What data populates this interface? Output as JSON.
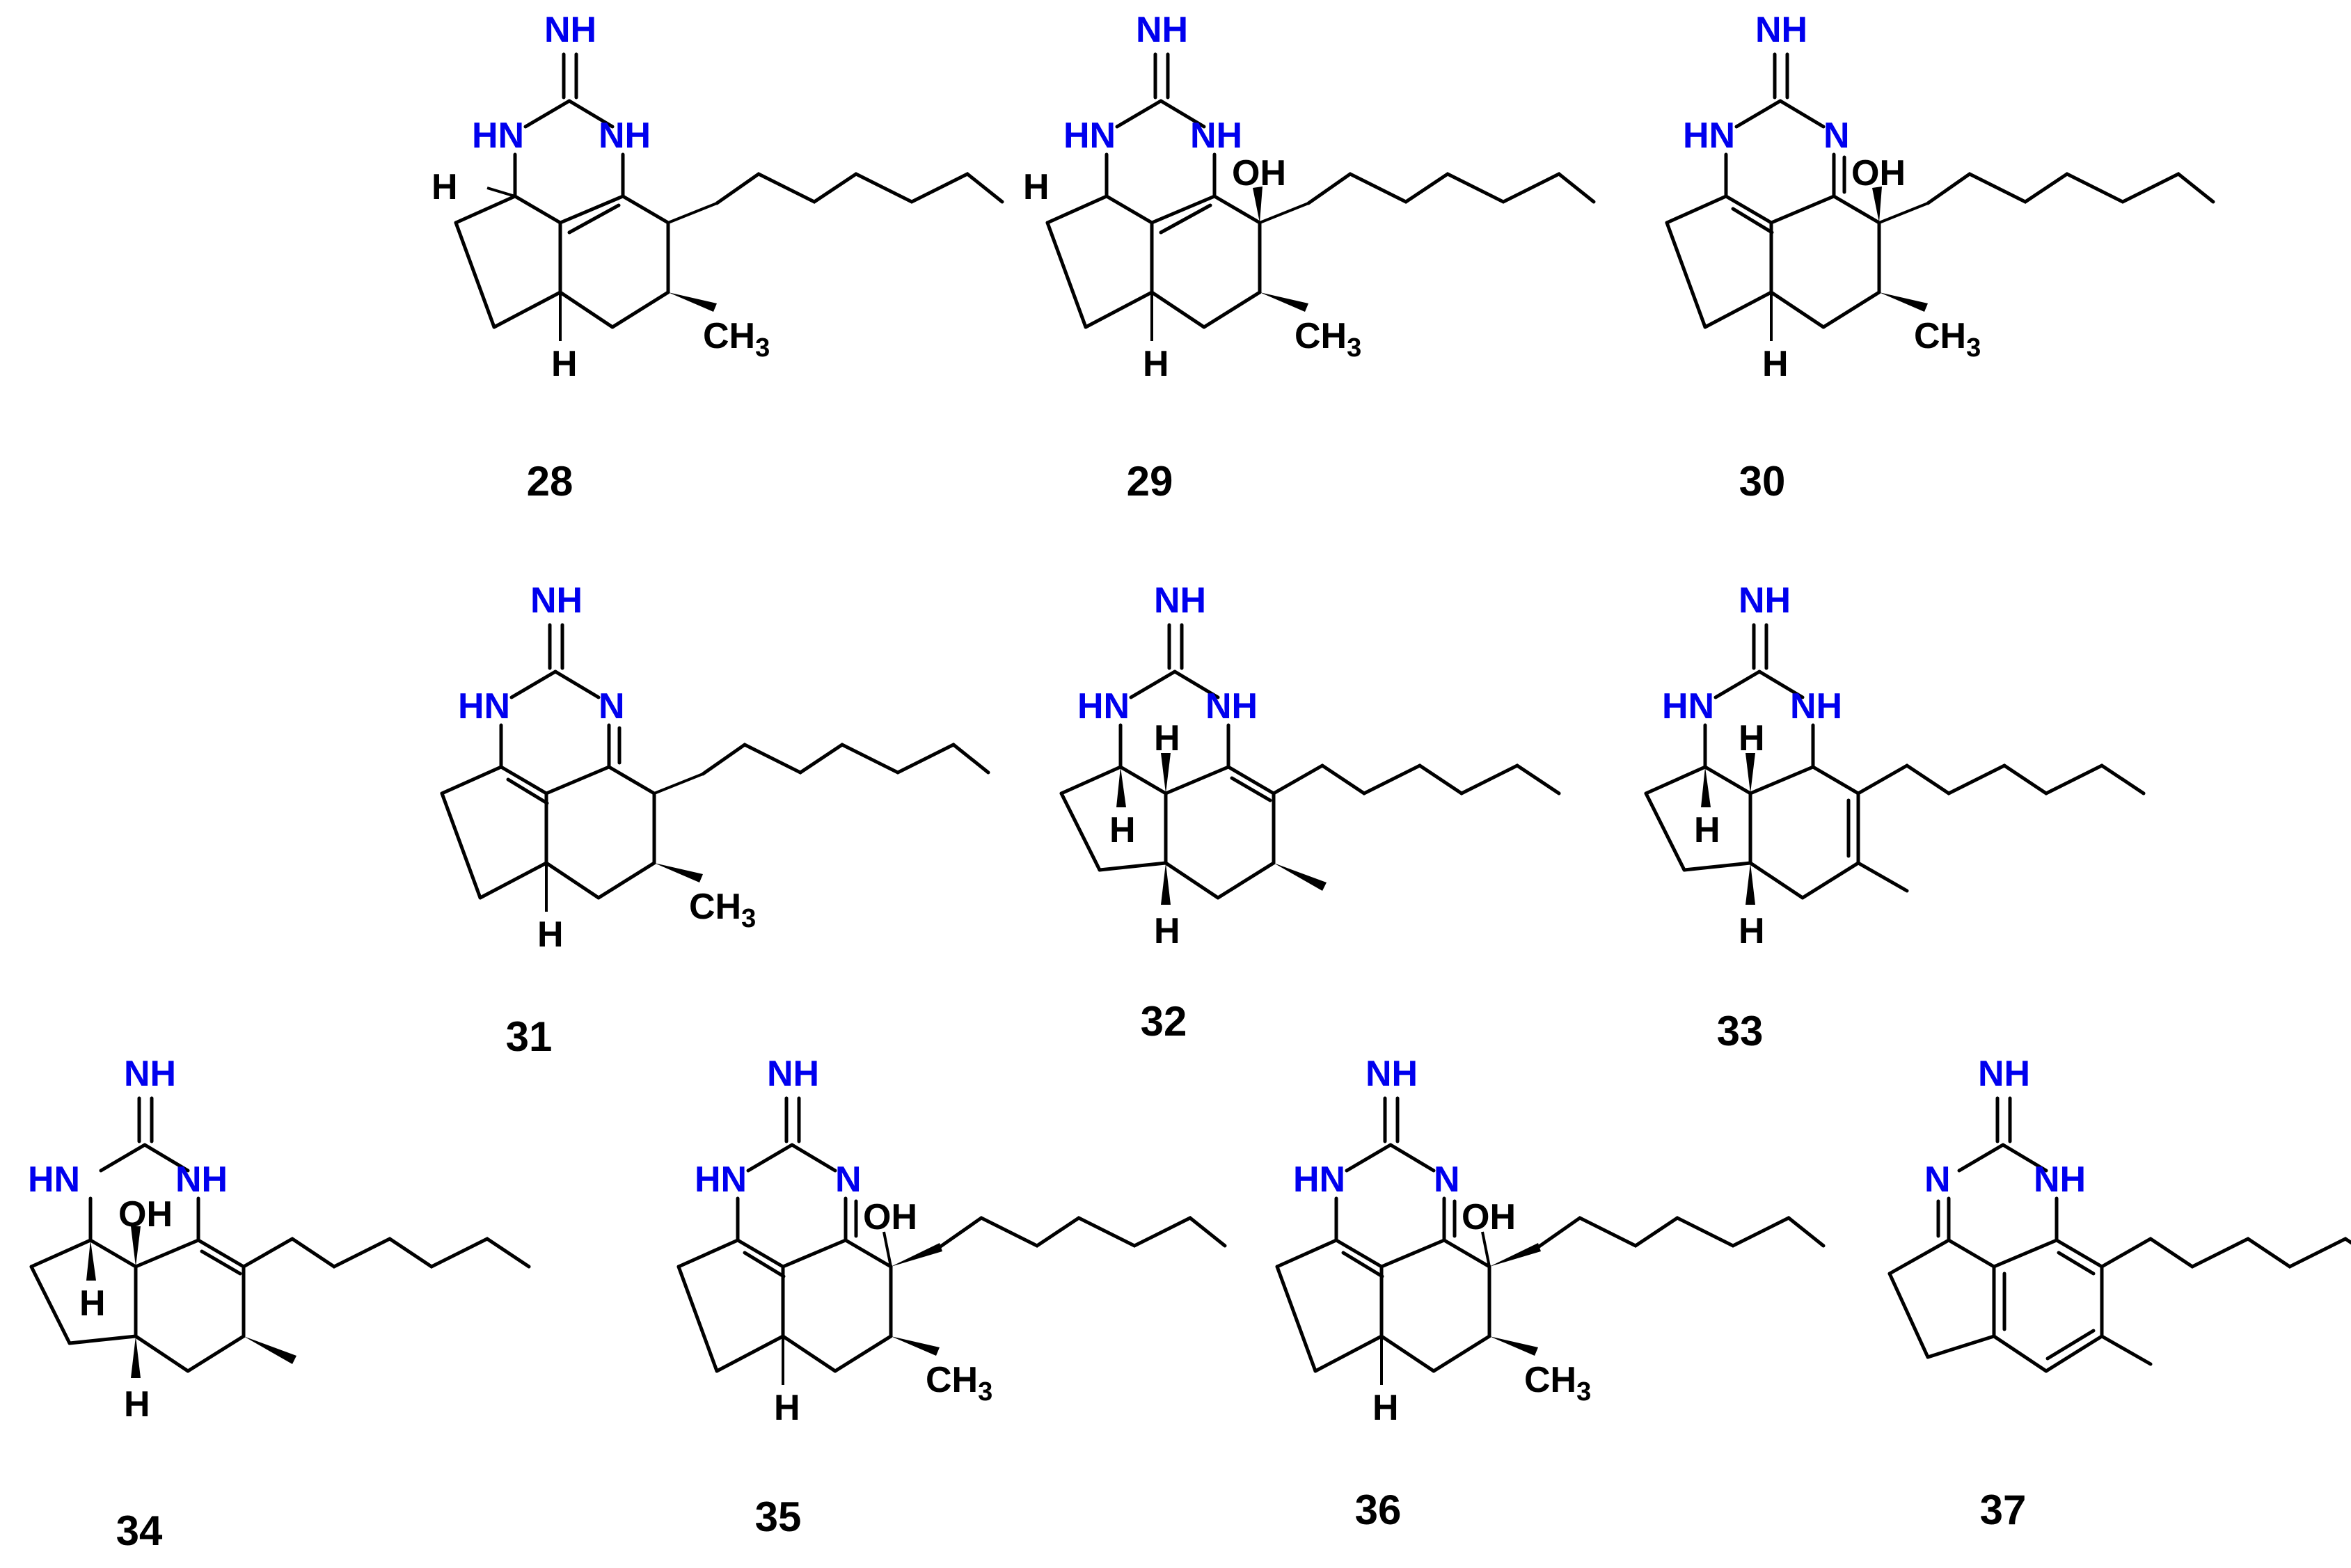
{
  "colors": {
    "heteroatom": "#0000ee",
    "bond": "#000000",
    "background": "#ffffff"
  },
  "atoms": {
    "imine": "NH",
    "amine": "NH",
    "amine_left": "HN",
    "imine_n": "N",
    "hydroxyl": "OH",
    "hydrogen": "H",
    "methyl": "CH",
    "methyl_sub": "3"
  },
  "compounds": [
    {
      "label": "28",
      "variant": "saturated-dihydro",
      "oh": false,
      "ch3_text": true
    },
    {
      "label": "29",
      "variant": "saturated-dihydro",
      "oh": true,
      "ch3_text": true
    },
    {
      "label": "30",
      "variant": "amidine",
      "oh": true,
      "ch3_text": true
    },
    {
      "label": "31",
      "variant": "amidine",
      "oh": false,
      "ch3_text": true
    },
    {
      "label": "32",
      "variant": "cis-fused",
      "oh": false,
      "ch3_text": false
    },
    {
      "label": "33",
      "variant": "cis-fused-ene",
      "oh": false,
      "ch3_text": false
    },
    {
      "label": "34",
      "variant": "cis-fused-oh",
      "oh": true,
      "ch3_text": false
    },
    {
      "label": "35",
      "variant": "amidine",
      "oh": true,
      "ch3_text": true
    },
    {
      "label": "36",
      "variant": "amidine",
      "oh": true,
      "ch3_text": true
    },
    {
      "label": "37",
      "variant": "aromatic",
      "oh": false,
      "ch3_text": false
    }
  ]
}
